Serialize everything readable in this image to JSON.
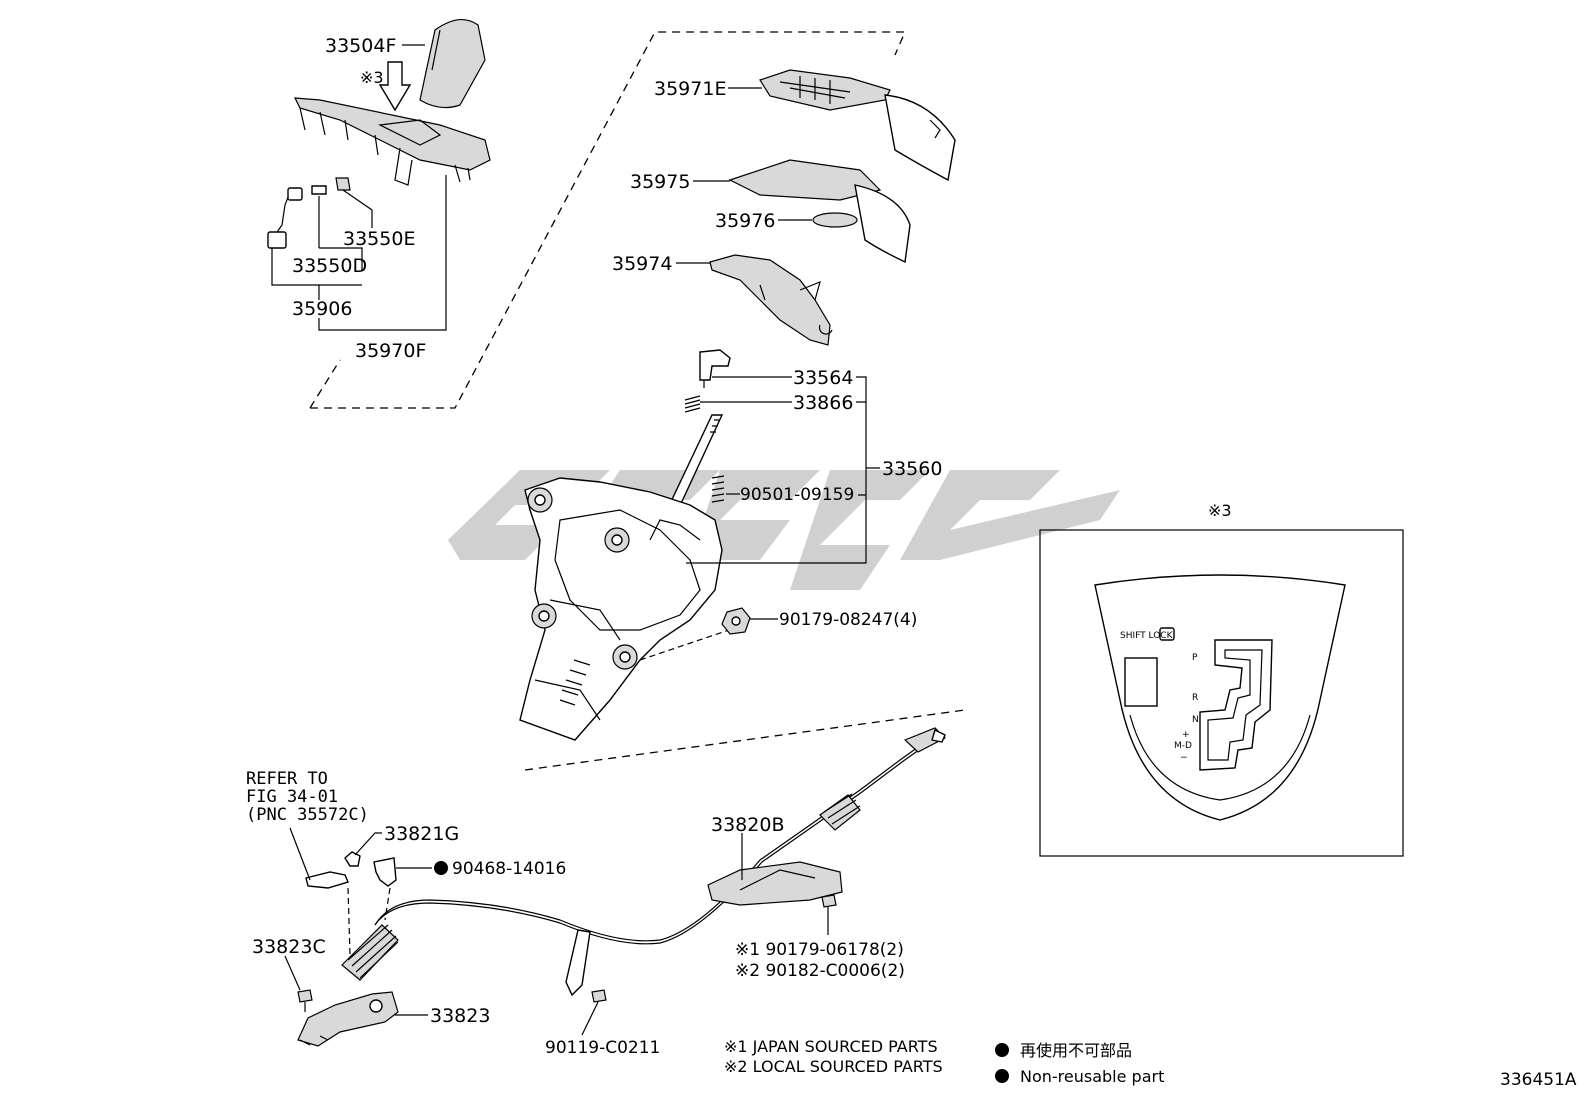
{
  "diagram": {
    "figure_id": "336451A",
    "part_labels": {
      "p33504F": "33504F",
      "p35970F": "35970F",
      "p33550E": "33550E",
      "p33550D": "33550D",
      "p35906": "35906",
      "p35971E": "35971E",
      "p35975": "35975",
      "p35976": "35976",
      "p35974": "35974",
      "p33564": "33564",
      "p33866": "33866",
      "p33560": "33560",
      "p90501": "90501-09159",
      "p90179a": "90179-08247(4)",
      "p33820B": "33820B",
      "p33821G": "33821G",
      "p90468": "90468-14016",
      "p33823C": "33823C",
      "p33823": "33823",
      "p90119": "90119-C0211",
      "p90179b": "※1 90179-06178(2)",
      "p90182": "※2 90182-C0006(2)"
    },
    "refer": {
      "line1": "REFER TO",
      "line2": "FIG 34-01",
      "line3": "(PNC 35572C)"
    },
    "callout_mark": "※3",
    "inset": {
      "title": "※3",
      "gear_p": "P",
      "gear_r": "R",
      "gear_n": "N",
      "gear_d": "M-D",
      "gear_plus": "+",
      "gear_minus": "−",
      "switch_label": "SHIFT LOCK"
    },
    "notes": {
      "note1": "※1 JAPAN SOURCED PARTS",
      "note2": "※2 LOCAL SOURCED PARTS",
      "legend_jp": "再使用不可部品",
      "legend_en": "Non-reusable part"
    }
  }
}
